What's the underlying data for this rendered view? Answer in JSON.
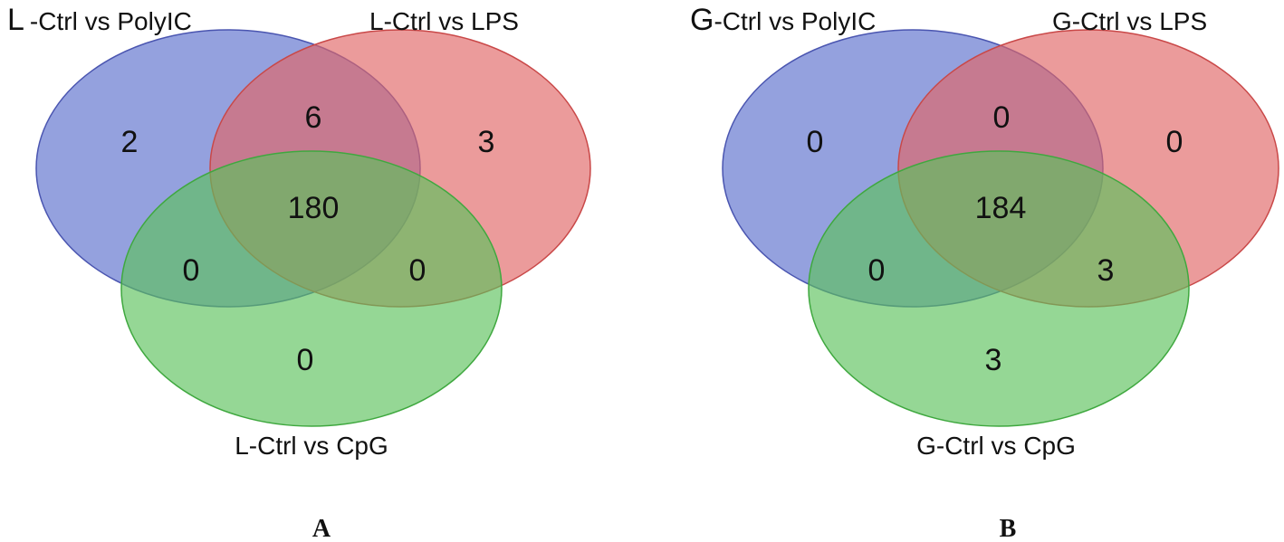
{
  "panels": [
    {
      "panel_label": "A",
      "set_labels": {
        "polyic": {
          "lead": "L",
          "rest": "-Ctrl vs PolyIC"
        },
        "lps": "L-Ctrl vs LPS",
        "cpg": "L-Ctrl vs CpG"
      },
      "counts": {
        "polyic_only": "2",
        "polyic_lps": "6",
        "lps_only": "3",
        "all_three": "180",
        "polyic_cpg": "0",
        "lps_cpg": "0",
        "cpg_only": "0"
      }
    },
    {
      "panel_label": "B",
      "set_labels": {
        "polyic": {
          "lead": "G",
          "rest": "-Ctrl vs PolyIC"
        },
        "lps": "G-Ctrl vs LPS",
        "cpg": "G-Ctrl vs CpG"
      },
      "counts": {
        "polyic_only": "0",
        "polyic_lps": "0",
        "lps_only": "0",
        "all_three": "184",
        "polyic_cpg": "0",
        "lps_cpg": "3",
        "cpg_only": "3"
      }
    }
  ],
  "colors": {
    "polyic_fill": "#5a6fcc",
    "polyic_stroke": "#4a55b0",
    "lps_fill": "#e06565",
    "lps_stroke": "#c94848",
    "cpg_fill": "#5cc25c",
    "cpg_stroke": "#3fa83f"
  }
}
